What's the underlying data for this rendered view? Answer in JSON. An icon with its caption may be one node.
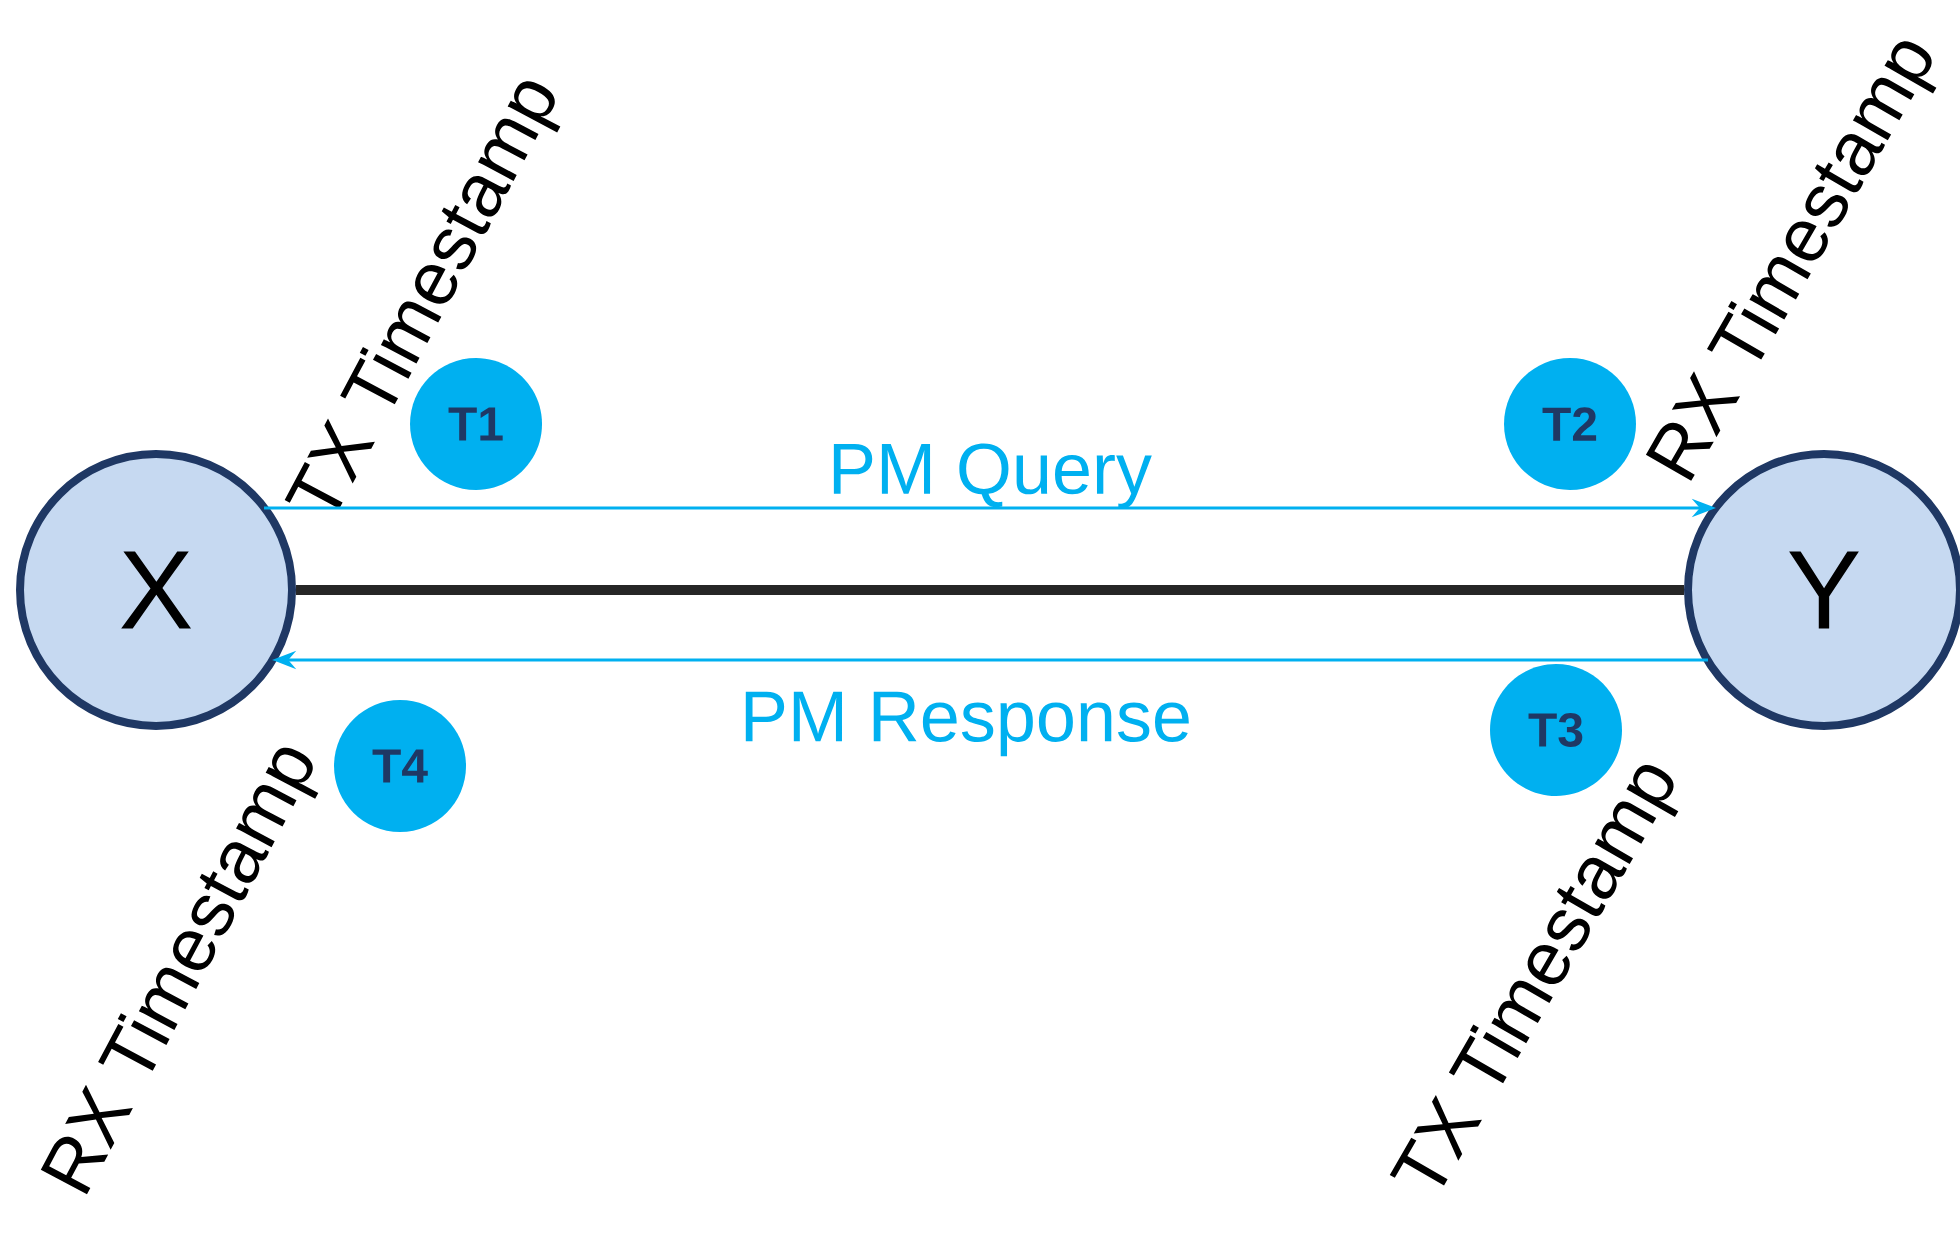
{
  "diagram": {
    "nodes": [
      {
        "text": [
          "X"
        ]
      },
      {
        "text": [
          "Y"
        ]
      },
      {
        "text": [
          "T1"
        ],
        "beside": [
          "TX Timestamp"
        ]
      },
      {
        "text": [
          "T2"
        ],
        "beside": [
          "RX Timestamp"
        ]
      },
      {
        "text": [
          "T3"
        ],
        "beside": [
          "TX Timestamp"
        ]
      },
      {
        "text": [
          "T4"
        ],
        "beside": [
          "RX Timestamp"
        ]
      }
    ],
    "edges": [
      {
        "from": 0,
        "to": 1,
        "arrow": "none",
        "style": "thick",
        "color": "#262626"
      },
      {
        "from": 0,
        "to": 1,
        "arrow": "to",
        "label": "PM Query"
      },
      {
        "from": 1,
        "to": 0,
        "arrow": "to",
        "label": "PM Response"
      }
    ]
  }
}
